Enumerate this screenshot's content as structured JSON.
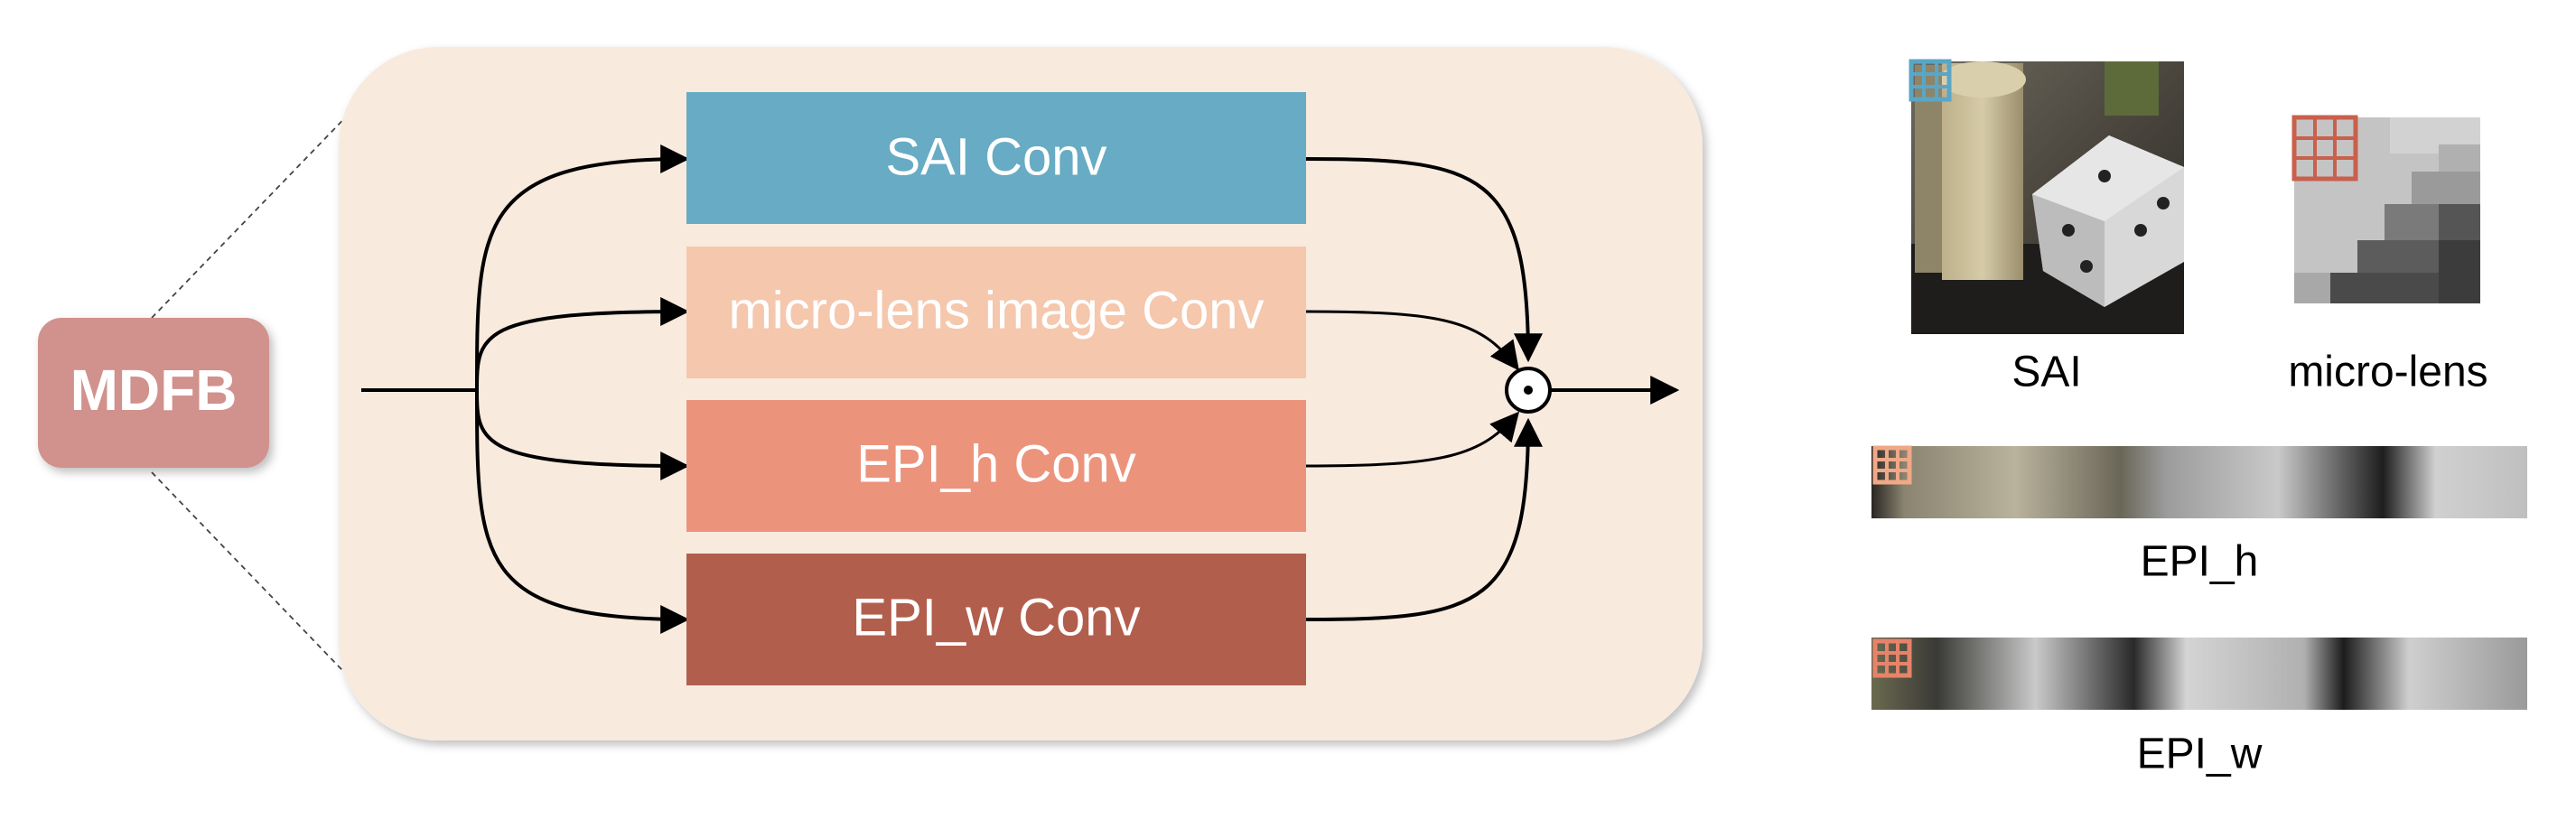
{
  "mdfb": {
    "label": "MDFB"
  },
  "branches": [
    {
      "label": "SAI Conv",
      "color": "#67abc4"
    },
    {
      "label": "micro-lens image Conv",
      "color": "#f5c7ad"
    },
    {
      "label": "EPI_h Conv",
      "color": "#ec937c"
    },
    {
      "label": "EPI_w Conv",
      "color": "#b25e4c"
    }
  ],
  "fusion": {
    "operator": "⊙"
  },
  "examples": {
    "sai": {
      "label": "SAI"
    },
    "micro_lens": {
      "label": "micro-lens"
    },
    "epi_h": {
      "label": "EPI_h"
    },
    "epi_w": {
      "label": "EPI_w"
    }
  },
  "colors": {
    "panel_bg": "#f9eade",
    "mdfb_bg": "#d1918c",
    "grid_blue": "#5aa6c6",
    "grid_red": "#c9604c",
    "grid_peach": "#f0a888",
    "grid_salmon": "#e6836a"
  }
}
